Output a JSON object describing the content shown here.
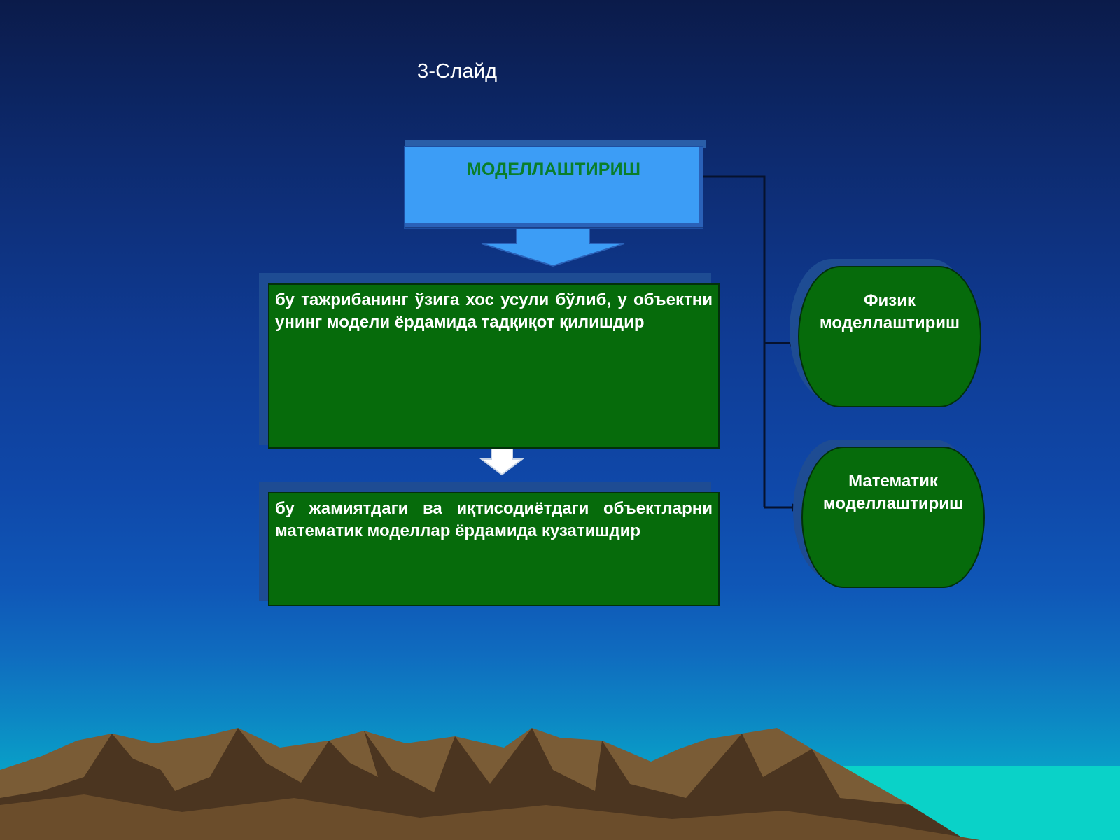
{
  "slide": {
    "title": "3-Слайд"
  },
  "diagram": {
    "top_box": {
      "label": "МОДЕЛЛАШТИРИШ"
    },
    "definition_box": {
      "text": "бу тажрибанинг ўзига хос усули бўлиб, у объектни унинг модели ёрдамида тадқиқот қилишдир"
    },
    "math_definition_box": {
      "text": "бу жамиятдаги ва иқтисодиётдаги объектларни математик моделлар ёрдамида кузатишдир"
    },
    "ovals": [
      {
        "line1": "Физик",
        "line2": "моделлаштириш"
      },
      {
        "line1": "Математик",
        "line2": "моделлаштириш"
      }
    ]
  },
  "colors": {
    "top_box_fill": "#3c9df6",
    "top_box_text": "#0a7e2b",
    "green_fill": "#066b0b",
    "text_light": "#ffffff",
    "mountain": "#7a5c36",
    "sea": "#02c2cc"
  }
}
